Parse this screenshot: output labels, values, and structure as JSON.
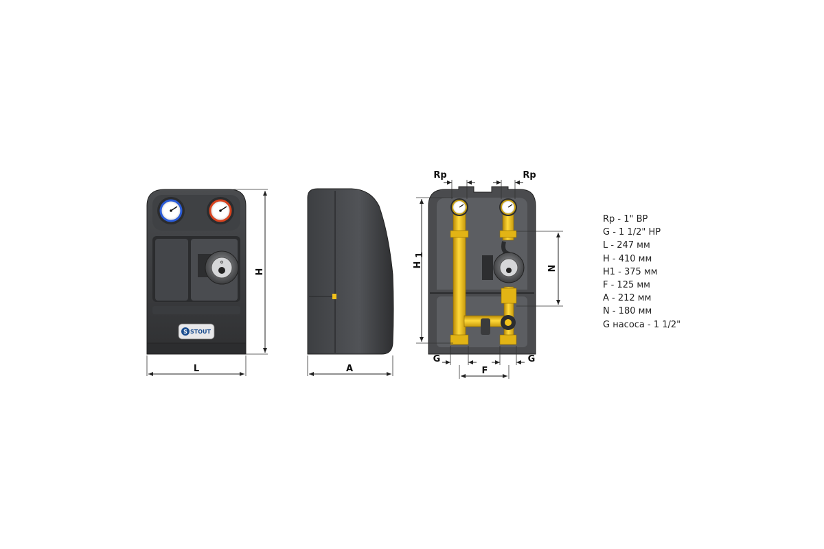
{
  "drawing": {
    "front_view": {
      "brand": "STOUT",
      "dim_width": "L",
      "dim_height": "H"
    },
    "side_view": {
      "dim_depth": "A"
    },
    "inner_view": {
      "dim_rp_left": "Rp",
      "dim_rp_right": "Rp",
      "dim_h1": "H",
      "dim_h1_sub": "1",
      "dim_n": "N",
      "dim_g_left": "G",
      "dim_g_right": "G",
      "dim_f": "F"
    }
  },
  "specs": [
    "Rp - 1\" ВР",
    "G - 1 1/2\" НР",
    "L - 247 мм",
    "H - 410 мм",
    "H1 - 375 мм",
    "F - 125 мм",
    "A - 212 мм",
    "N - 180 мм",
    "G насоса - 1 1/2\""
  ],
  "colors": {
    "housing_dark": "#3a3b3d",
    "housing_mid": "#55575a",
    "brass": "#f2c21b",
    "gauge_blue": "#2a5bd7",
    "gauge_red": "#d8421e"
  }
}
